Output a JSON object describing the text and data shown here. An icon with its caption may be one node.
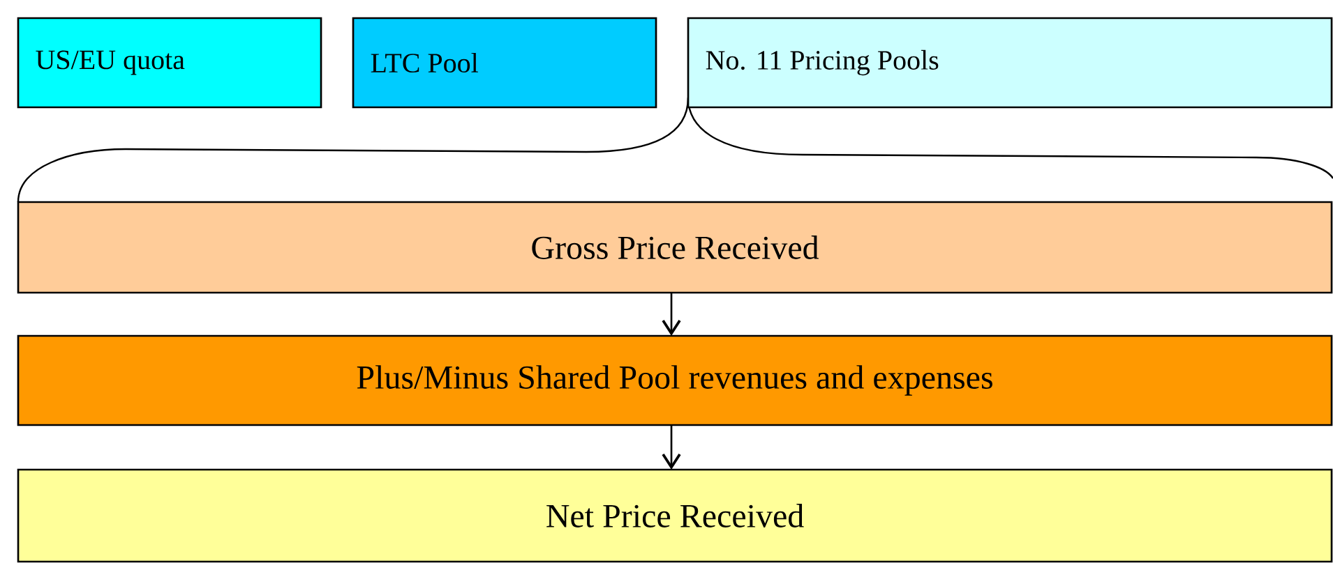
{
  "diagram": {
    "nodes": [
      {
        "text": [
          "US/EU quota"
        ]
      },
      {
        "text": [
          "LTC Pool"
        ]
      },
      {
        "text": [
          "No. 11 Pricing Pools"
        ]
      },
      {
        "text": [
          "Gross Price Received"
        ]
      },
      {
        "text": [
          "Plus/Minus Shared Pool revenues and expenses"
        ]
      },
      {
        "text": [
          "Net Price Received"
        ]
      }
    ],
    "edges": [
      {
        "from": 3,
        "to": 4,
        "arrow": "to"
      },
      {
        "from": 4,
        "to": 5,
        "arrow": "to"
      }
    ]
  }
}
